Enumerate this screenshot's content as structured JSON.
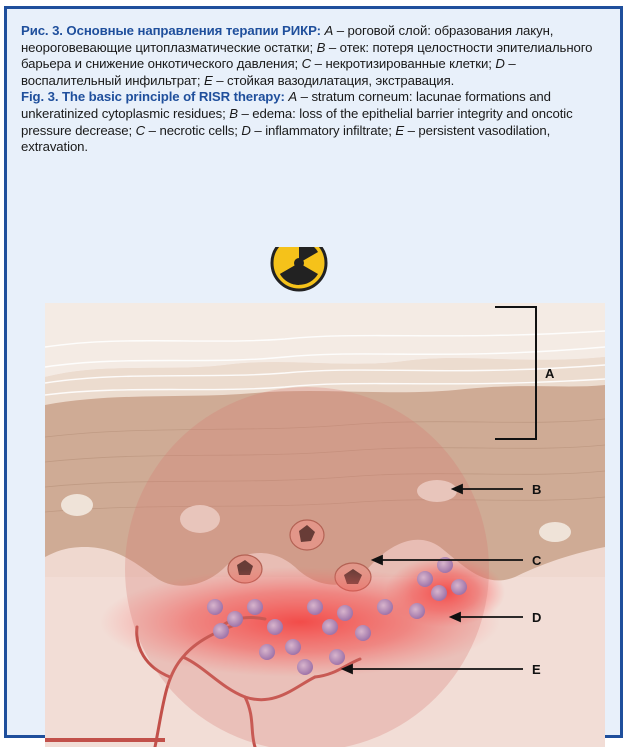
{
  "caption": {
    "ru_title": "Рис. 3. Основные направления терапии РИКР:",
    "ru_parts": [
      {
        "letter": "A",
        "text": " – роговой слой: образования лакун, неороговевающие цитоплазматические остатки; "
      },
      {
        "letter": "B",
        "text": " – отек: потеря целостности эпителиального барьера и снижение онкотического давления; "
      },
      {
        "letter": "C",
        "text": " – некротизированные клетки; "
      },
      {
        "letter": "D",
        "text": " – воспалительный инфильтрат; "
      },
      {
        "letter": "E",
        "text": " – стойкая вазодилатация, экстравация."
      }
    ],
    "en_title": "Fig. 3. The basic principle of RISR therapy:",
    "en_parts": [
      {
        "letter": "A",
        "text": " – stratum corneum: lacunae formations and unkeratinized cytoplasmic residues; "
      },
      {
        "letter": "B",
        "text": " – edema: loss of the epithelial barrier integrity and oncotic pressure decrease; "
      },
      {
        "letter": "C",
        "text": " – necrotic cells; "
      },
      {
        "letter": "D",
        "text": " – inflammatory infiltrate; "
      },
      {
        "letter": "E",
        "text": " – persistent vasodilation, extravation."
      }
    ]
  },
  "figure": {
    "labels": {
      "a": "A",
      "b": "B",
      "c": "C",
      "d": "D",
      "e": "E"
    },
    "icons": [
      "radiation-icon",
      "lightning-icon"
    ],
    "colors": {
      "frame": "#1f4f9c",
      "radiation_yellow": "#f5c21a",
      "skin_top": "#e9d9cc",
      "epidermis": "#c9a48f",
      "dermis": "#efd8cf",
      "inflammation": "#ff3b3b",
      "circle_overlay": "#d9776f",
      "cells": "#9b86c9"
    }
  }
}
